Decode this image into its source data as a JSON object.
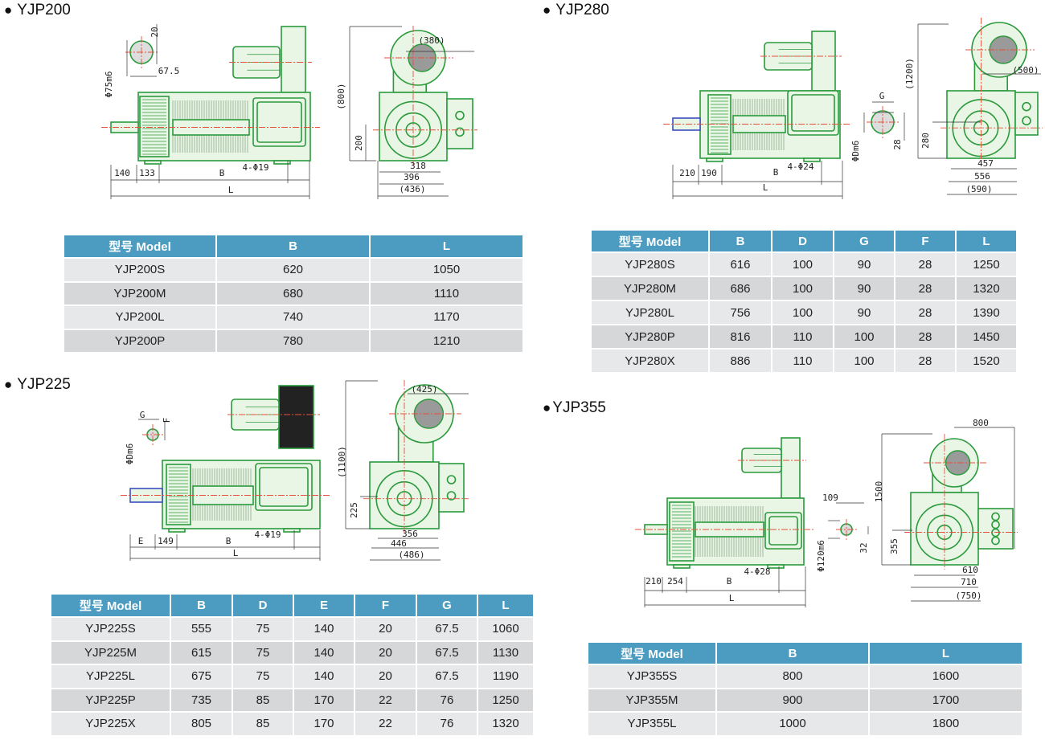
{
  "sections": {
    "yjp200": {
      "title": "YJP200",
      "dims": {
        "d20": "20",
        "d67": "67.5",
        "phi": "Φ75m6",
        "d140": "140",
        "d133": "133",
        "B": "B",
        "holes": "4-Φ19",
        "L": "L",
        "h800": "(800)",
        "h200": "200",
        "w380": "(380)",
        "w318": "318",
        "w396": "396",
        "w436": "(436)"
      }
    },
    "yjp280": {
      "title": "YJP280",
      "dims": {
        "d210": "210",
        "d190": "190",
        "B": "B",
        "holes": "4-Φ24",
        "L": "L",
        "G": "G",
        "phi": "ΦDm6",
        "d28": "28",
        "h1200": "(1200)",
        "h280": "280",
        "w500": "(500)",
        "w457": "457",
        "w556": "556",
        "w590": "(590)"
      }
    },
    "yjp225": {
      "title": "YJP225",
      "dims": {
        "G": "G",
        "F": "F",
        "phi": "ΦDm6",
        "E": "E",
        "d149": "149",
        "B": "B",
        "holes": "4-Φ19",
        "L": "L",
        "h1100": "(1100)",
        "h225": "225",
        "w425": "(425)",
        "w356": "356",
        "w446": "446",
        "w486": "(486)"
      }
    },
    "yjp355": {
      "title": "YJP355",
      "dims": {
        "d210": "210",
        "d254": "254",
        "B": "B",
        "holes": "4-Φ28",
        "L": "L",
        "d109": "109",
        "phi": "Φ120m6",
        "d32": "32",
        "w800": "800",
        "h1500": "1500",
        "h355": "355",
        "w610": "610",
        "w710": "710",
        "w750": "(750)"
      }
    }
  },
  "tables": {
    "t200": {
      "headers": [
        "型号 Model",
        "B",
        "L"
      ],
      "rows": [
        [
          "YJP200S",
          "620",
          "1050"
        ],
        [
          "YJP200M",
          "680",
          "1110"
        ],
        [
          "YJP200L",
          "740",
          "1170"
        ],
        [
          "YJP200P",
          "780",
          "1210"
        ]
      ]
    },
    "t280": {
      "headers": [
        "型号 Model",
        "B",
        "D",
        "G",
        "F",
        "L"
      ],
      "rows": [
        [
          "YJP280S",
          "616",
          "100",
          "90",
          "28",
          "1250"
        ],
        [
          "YJP280M",
          "686",
          "100",
          "90",
          "28",
          "1320"
        ],
        [
          "YJP280L",
          "756",
          "100",
          "90",
          "28",
          "1390"
        ],
        [
          "YJP280P",
          "816",
          "110",
          "100",
          "28",
          "1450"
        ],
        [
          "YJP280X",
          "886",
          "110",
          "100",
          "28",
          "1520"
        ]
      ]
    },
    "t225": {
      "headers": [
        "型号 Model",
        "B",
        "D",
        "E",
        "F",
        "G",
        "L"
      ],
      "rows": [
        [
          "YJP225S",
          "555",
          "75",
          "140",
          "20",
          "67.5",
          "1060"
        ],
        [
          "YJP225M",
          "615",
          "75",
          "140",
          "20",
          "67.5",
          "1130"
        ],
        [
          "YJP225L",
          "675",
          "75",
          "140",
          "20",
          "67.5",
          "1190"
        ],
        [
          "YJP225P",
          "735",
          "85",
          "170",
          "22",
          "76",
          "1250"
        ],
        [
          "YJP225X",
          "805",
          "85",
          "170",
          "22",
          "76",
          "1320"
        ]
      ]
    },
    "t355": {
      "headers": [
        "型号 Model",
        "B",
        "L"
      ],
      "rows": [
        [
          "YJP355S",
          "800",
          "1600"
        ],
        [
          "YJP355M",
          "900",
          "1700"
        ],
        [
          "YJP355L",
          "1000",
          "1800"
        ]
      ]
    }
  },
  "colors": {
    "drawing_line": "#2a9a3c",
    "drawing_fill": "#e9f6e5",
    "centerline": "#e8503a",
    "table_header": "#4b9cc0",
    "row_light": "#e7e8e9",
    "row_dark": "#d6d7d9"
  }
}
